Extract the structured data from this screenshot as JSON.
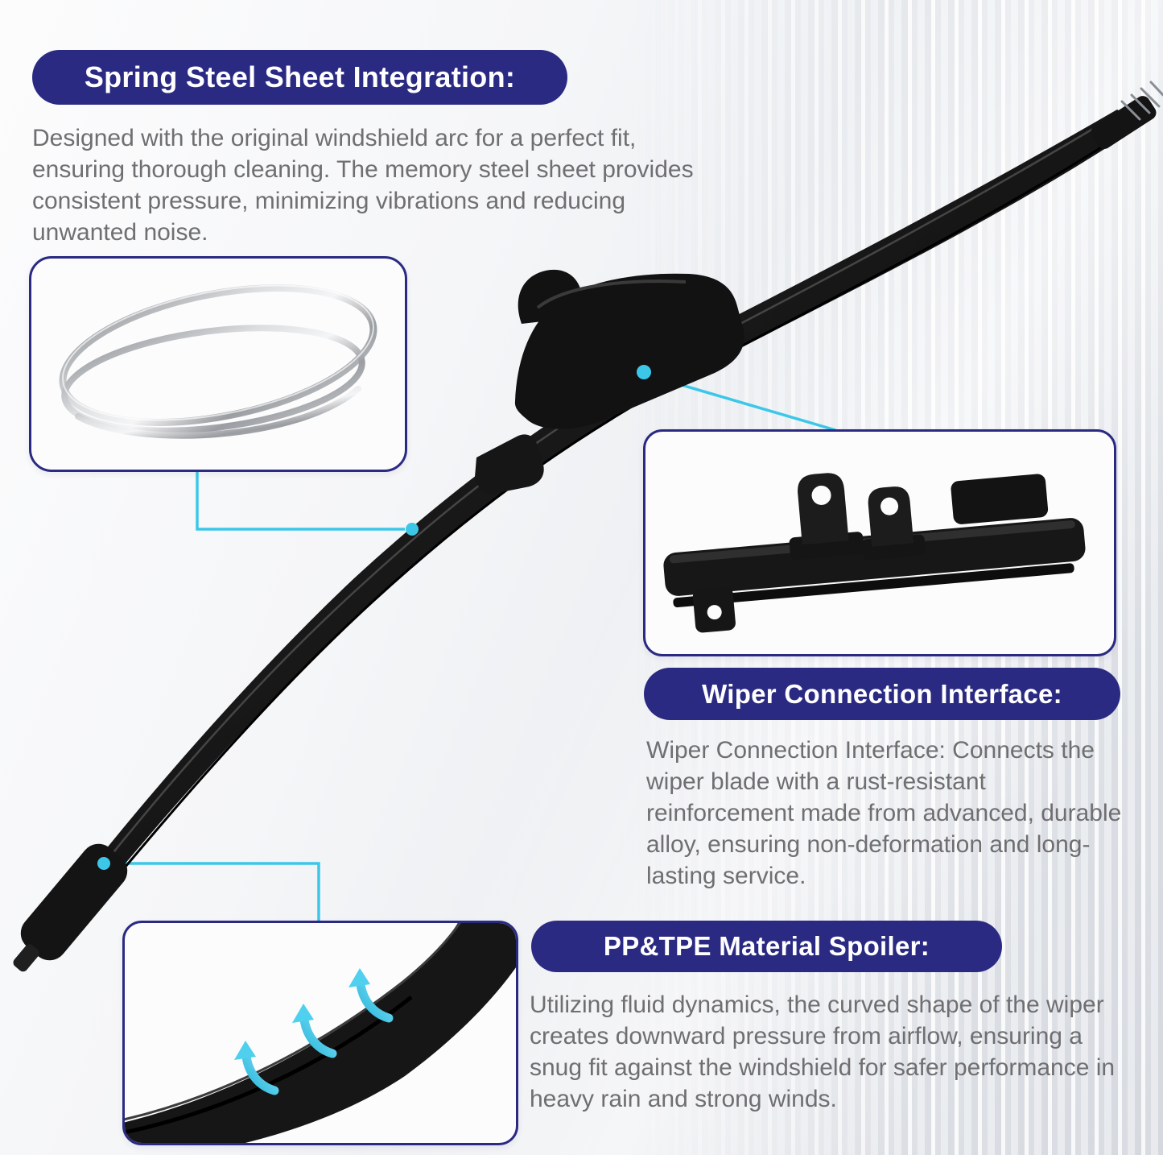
{
  "colors": {
    "banner_bg": "#2b2a83",
    "banner_text": "#ffffff",
    "body_text": "#6f6f72",
    "accent_cyan": "#3cc7e9",
    "box_border": "#2b2a83",
    "blade_black": "#141414"
  },
  "callouts": {
    "spring_steel": {
      "title": "Spring Steel Sheet Integration:",
      "body": "Designed with the original windshield arc for a perfect fit, ensuring thorough cleaning. The memory steel sheet provides consistent pressure, minimizing vibrations and reducing unwanted noise."
    },
    "connection_interface": {
      "title": "Wiper Connection Interface:",
      "body": "Wiper Connection Interface: Connects the wiper blade with a rust-resistant reinforcement made from advanced, durable alloy, ensuring non-deformation and long-lasting service."
    },
    "spoiler": {
      "title": "PP&TPE Material Spoiler:",
      "body": "Utilizing fluid dynamics, the curved shape of the wiper creates downward pressure from airflow, ensuring a snug fit against the windshield for safer performance in heavy rain and strong winds."
    }
  },
  "graphics": {
    "wiper_blade": "curved beam-style windshield wiper blade with center adapter",
    "steel_sheet": "two coiled spring steel strips",
    "connection_detail": "close-up of connector rail with metal brackets",
    "spoiler_detail": "close-up of blade end spoiler with three cyan airflow arrows"
  }
}
